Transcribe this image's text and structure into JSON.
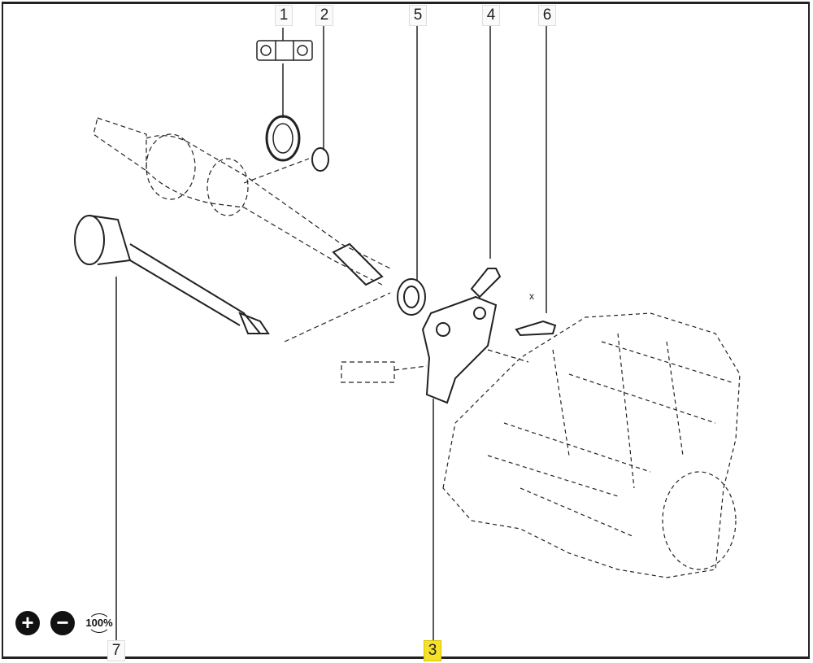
{
  "callouts": [
    {
      "label": "1",
      "highlighted": false
    },
    {
      "label": "2",
      "highlighted": false
    },
    {
      "label": "5",
      "highlighted": false
    },
    {
      "label": "4",
      "highlighted": false
    },
    {
      "label": "6",
      "highlighted": false
    },
    {
      "label": "7",
      "highlighted": false
    },
    {
      "label": "3",
      "highlighted": true
    }
  ],
  "controls": {
    "zoom_in": "+",
    "zoom_out": "−",
    "reset": "100%"
  },
  "annotation_x": "x",
  "colors": {
    "highlight": "#f5e12a"
  }
}
